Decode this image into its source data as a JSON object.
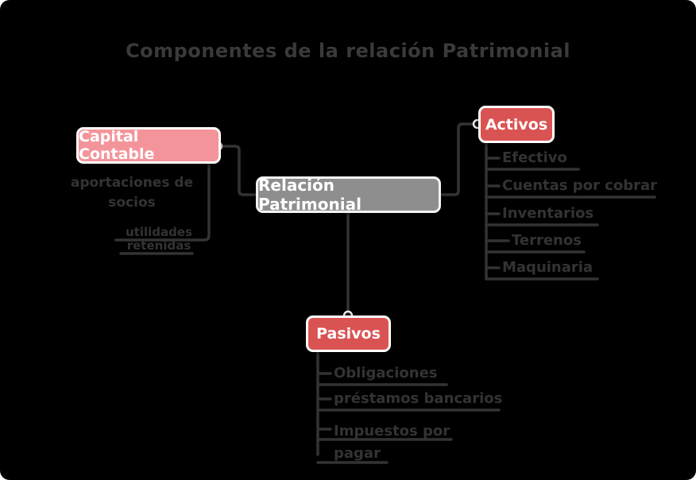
{
  "title": "Componentes de la relación Patrimonial",
  "center": {
    "label": "Relación Patrimonial"
  },
  "capital": {
    "label": "Capital Contable",
    "children": [
      [
        "aportaciones de",
        "socios"
      ],
      [
        "utilidades",
        "retenidas"
      ]
    ]
  },
  "activos": {
    "label": "Activos",
    "children": [
      "Efectivo",
      "Cuentas por cobrar",
      "Inventarios",
      "Terrenos",
      "Maquinaria"
    ]
  },
  "pasivos": {
    "label": "Pasivos",
    "children": [
      [
        "Obligaciones"
      ],
      [
        "préstamos bancarios"
      ],
      [
        "Impuestos por",
        "pagar"
      ]
    ]
  },
  "colors": {
    "background": "#000000",
    "center_fill": "#8e8e8e",
    "capital_fill": "#f3949b",
    "red_fill": "#da5353",
    "node_border": "#ffffff",
    "node_text": "#ffffff",
    "line": "#333333",
    "dark_text": "#333333"
  }
}
